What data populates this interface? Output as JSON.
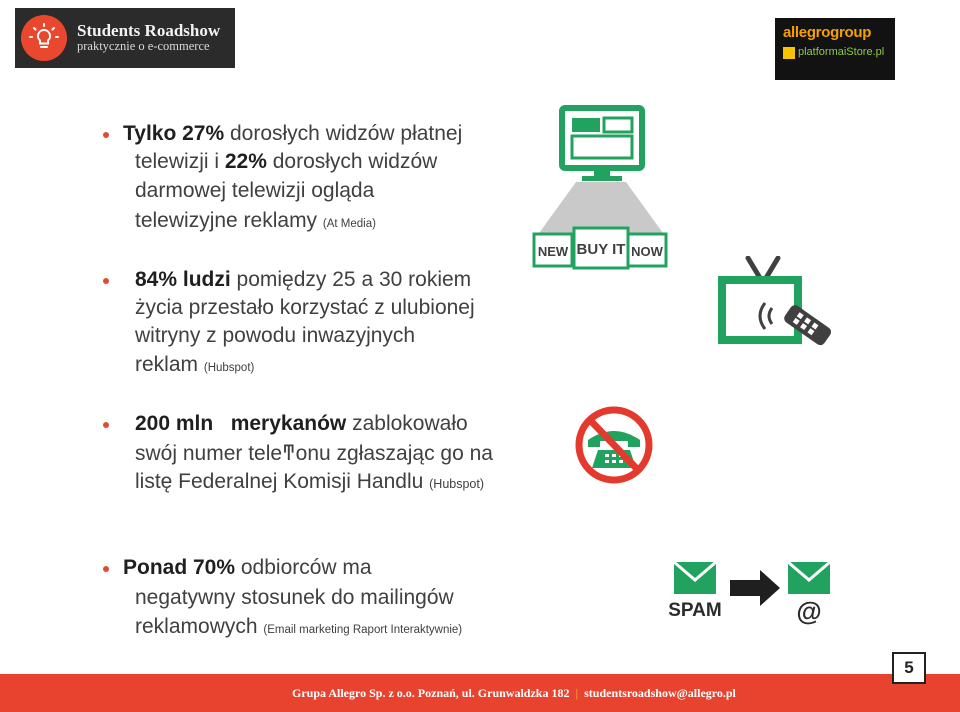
{
  "header": {
    "left_logo": {
      "line1": "Students Roadshow",
      "line2": "praktycznie o e-commerce"
    },
    "right_logo": {
      "line1": "allegrogroup",
      "line2": "platformaiStore.pl"
    }
  },
  "bullets": [
    {
      "lines": [
        {
          "bold": "Tylko 27%",
          "text": " dorosłych widzów płatnej"
        },
        {
          "text": "telewizji i ",
          "bold": "22%",
          "text2": " dorosłych widzów"
        },
        {
          "text": "darmowej telewizji ogląda"
        },
        {
          "text": "telewizyjne reklamy ",
          "source": "(At Media)"
        }
      ]
    },
    {
      "lines": [
        {
          "bold": "84% ludzi",
          "text": " pomiędzy 25 a 30 rokiem"
        },
        {
          "text": "życia przestało korzystać z ulubionej"
        },
        {
          "text": "witryny z powodu inwazyjnych"
        },
        {
          "text": "reklam ",
          "source": "(Hubspot)"
        }
      ]
    },
    {
      "lines": [
        {
          "bold": "200 mln   merykanów",
          "text": " zablokowało"
        },
        {
          "text": "swój numer teleͳonu zgłaszając go na"
        },
        {
          "text": "listę Federalnej Komisji Handlu ",
          "source": "(Hubspot)"
        }
      ]
    },
    {
      "lines": [
        {
          "bold": "Ponad 70%",
          "text": " odbiorców ma"
        },
        {
          "text": "negatywny stosunek do mailingów"
        },
        {
          "text": "reklamowych ",
          "source": "(Email marketing Raport Interaktywnie)"
        }
      ]
    }
  ],
  "icons": {
    "buy_it_now": {
      "words": [
        "NEW",
        "BUY IT",
        "NOW"
      ]
    },
    "spam": {
      "label": "SPAM",
      "at": "@"
    }
  },
  "footer": {
    "company": "Grupa Allegro Sp. z o.o. Poznań, ul. Grunwaldzka 182",
    "separator": "|",
    "email": "studentsroadshow@allegro.pl"
  },
  "page_number": "5",
  "colors": {
    "accent_red": "#e7432f",
    "icon_green": "#21a35f",
    "bullet_red": "#e24a36"
  }
}
